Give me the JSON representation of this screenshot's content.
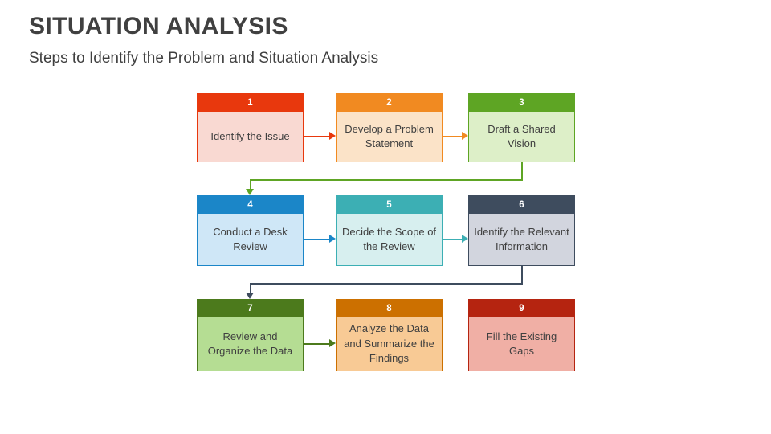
{
  "slide": {
    "title": "SITUATION ANALYSIS",
    "subtitle": "Steps to Identify the Problem and Situation Analysis",
    "background_color": "#FFFFFF",
    "text_color": "#404040"
  },
  "steps": [
    {
      "number": "1",
      "label": "Identify the Issue",
      "header_color": "#E8380D",
      "body_color": "#F9D9D2",
      "border_color": "#E8380D",
      "row": 1,
      "column": 1
    },
    {
      "number": "2",
      "label": "Develop a Problem Statement",
      "header_color": "#F18A21",
      "body_color": "#FBE3C8",
      "border_color": "#F18A21",
      "row": 1,
      "column": 2
    },
    {
      "number": "3",
      "label": "Draft a Shared Vision",
      "header_color": "#5EA524",
      "body_color": "#DDEFC8",
      "border_color": "#5EA524",
      "row": 1,
      "column": 3
    },
    {
      "number": "4",
      "label": "Conduct a Desk Review",
      "header_color": "#1B86C8",
      "body_color": "#CFE7F7",
      "border_color": "#1B86C8",
      "row": 2,
      "column": 1
    },
    {
      "number": "5",
      "label": "Decide the Scope of the Review",
      "header_color": "#3CAFB4",
      "body_color": "#D7EFEF",
      "border_color": "#3CAFB4",
      "row": 2,
      "column": 2
    },
    {
      "number": "6",
      "label": "Identify the Relevant Information",
      "header_color": "#3E4C5E",
      "body_color": "#D2D5DE",
      "border_color": "#3E4C5E",
      "row": 2,
      "column": 3
    },
    {
      "number": "7",
      "label": "Review and Organize the Data",
      "header_color": "#4C7A1C",
      "body_color": "#B5DD93",
      "border_color": "#4C7A1C",
      "row": 3,
      "column": 1
    },
    {
      "number": "8",
      "label": "Analyze the Data and Summarize the Findings",
      "header_color": "#CC7000",
      "body_color": "#F8CA95",
      "border_color": "#CC7000",
      "row": 3,
      "column": 2
    },
    {
      "number": "9",
      "label": "Fill the Existing Gaps",
      "header_color": "#B52410",
      "body_color": "#F0AFA5",
      "border_color": "#B52410",
      "row": 3,
      "column": 3
    }
  ],
  "connectors": [
    {
      "from": "1",
      "to": "2",
      "kind": "horizontal",
      "color": "#E8380D"
    },
    {
      "from": "2",
      "to": "3",
      "kind": "horizontal",
      "color": "#F18A21"
    },
    {
      "from": "3",
      "to": "4",
      "kind": "wrap-down",
      "color": "#5EA524"
    },
    {
      "from": "4",
      "to": "5",
      "kind": "horizontal",
      "color": "#1B86C8"
    },
    {
      "from": "5",
      "to": "6",
      "kind": "horizontal",
      "color": "#3CAFB4"
    },
    {
      "from": "6",
      "to": "7",
      "kind": "wrap-down",
      "color": "#3E4C5E"
    },
    {
      "from": "7",
      "to": "8",
      "kind": "horizontal",
      "color": "#4C7A1C"
    }
  ]
}
